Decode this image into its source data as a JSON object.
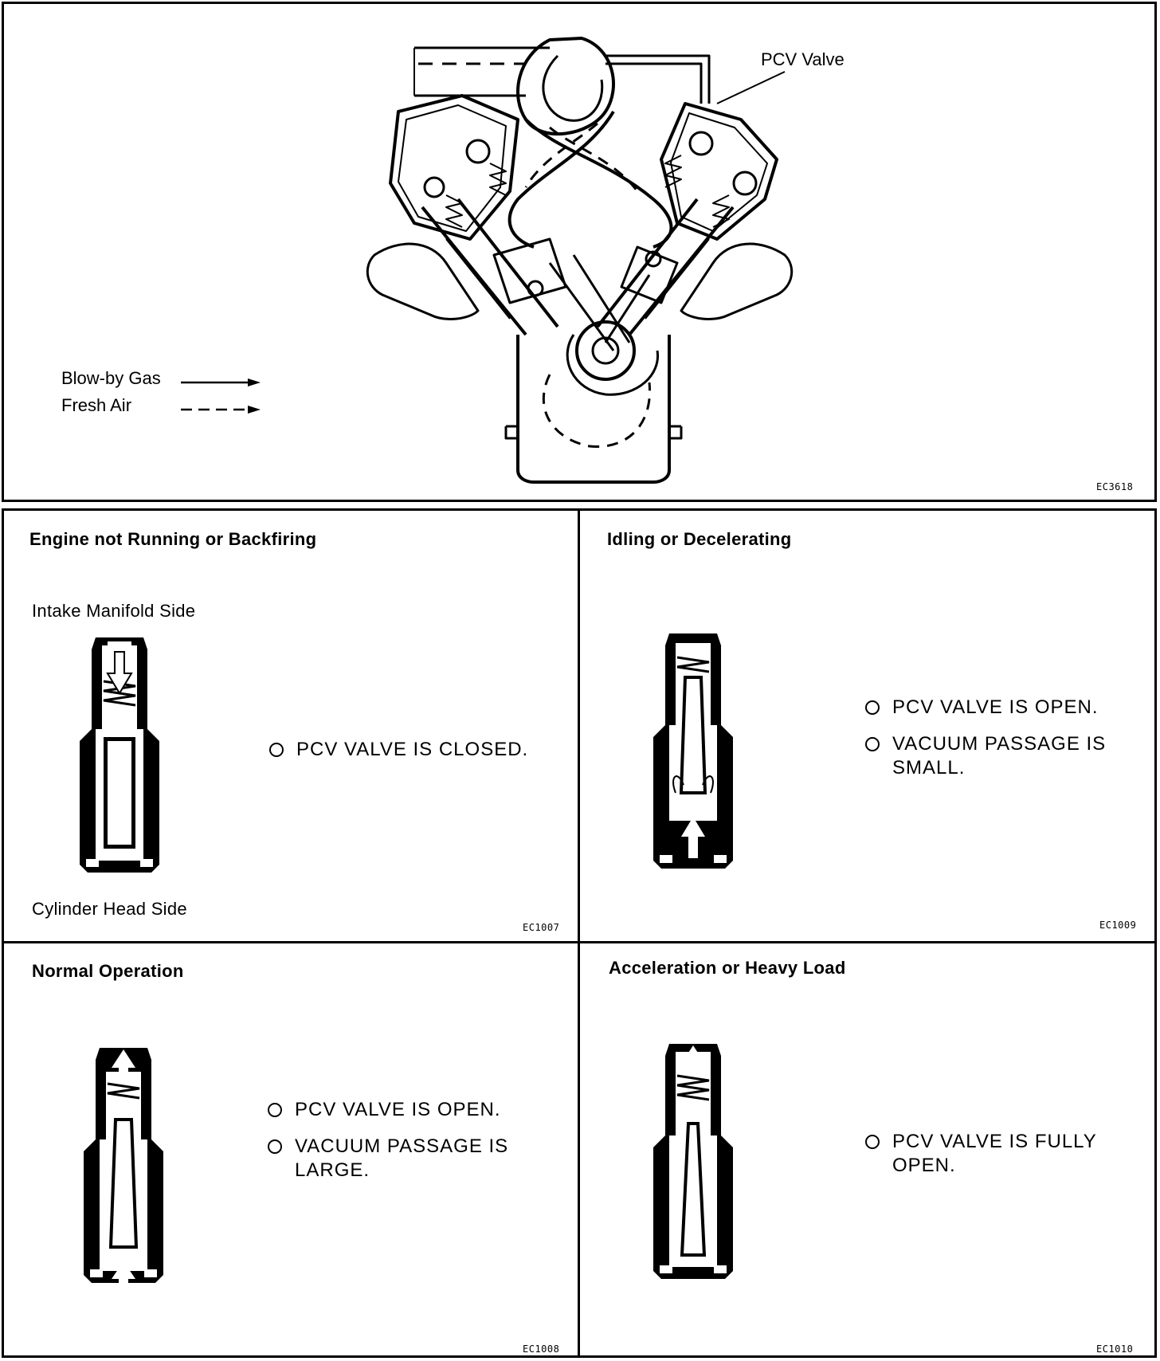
{
  "engine_diagram": {
    "callout": "PCV Valve",
    "legend": [
      {
        "label": "Blow-by Gas",
        "style": "solid"
      },
      {
        "label": "Fresh Air",
        "style": "dashed"
      }
    ],
    "code": "EC3618"
  },
  "panels": [
    {
      "title": "Engine not Running or Backfiring",
      "top_label": "Intake Manifold Side",
      "bottom_label": "Cylinder Head Side",
      "bullets": [
        "PCV VALVE IS CLOSED."
      ],
      "code": "EC1007"
    },
    {
      "title": "Idling or Decelerating",
      "bullets": [
        "PCV VALVE IS OPEN.",
        "VACUUM PASSAGE IS SMALL."
      ],
      "code": "EC1009"
    },
    {
      "title": "Normal Operation",
      "bullets": [
        "PCV VALVE IS OPEN.",
        "VACUUM PASSAGE IS LARGE."
      ],
      "code": "EC1008"
    },
    {
      "title": "Acceleration or Heavy Load",
      "bullets": [
        "PCV VALVE IS FULLY OPEN."
      ],
      "code": "EC1010"
    }
  ]
}
